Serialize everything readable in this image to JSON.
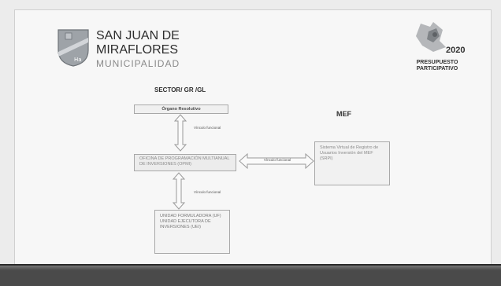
{
  "header": {
    "brand_line1": "SAN JUAN DE",
    "brand_line2": "MIRAFLORES",
    "brand_line3": "MUNICIPALIDAD",
    "right_year": "2020",
    "right_text": "PRESUPUESTO PARTICIPATIVO"
  },
  "diagram": {
    "sector_title": "SECTOR/ GR /GL",
    "organo_label": "Órgano Resolutivo",
    "mef_title": "MEF",
    "link_top_label": "Vínculo funcional",
    "link_middle_label": "Vínculo funcional",
    "link_bottom_label": "Vínculo funcional",
    "opmi_text": "OFICINA DE PROGRAMACIÓN MULTIANUAL DE INVERSIONES (OPMI)",
    "mef_box_text": "Sistema Virtual de Registro de Usuarios Inversión del MEF (SRPI)",
    "bottom_box_text": "UNIDAD FORMULADORA (UF) UNIDAD EJECUTORA DE INVERSIONES (UEI)"
  },
  "colors": {
    "slide_bg": "#f7f7f7",
    "footer_band": "#4a4a4a"
  }
}
